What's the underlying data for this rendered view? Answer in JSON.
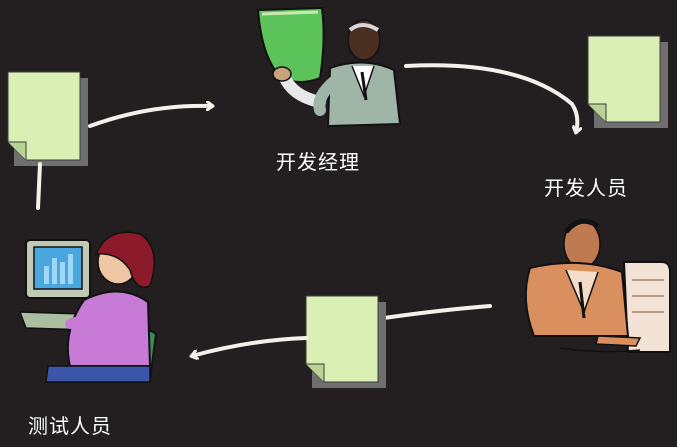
{
  "roles": {
    "dev_manager": "开发经理",
    "developer": "开发人员",
    "tester": "测试人员"
  },
  "colors": {
    "background": "#231f20",
    "document_fill": "#d9efb4",
    "document_shadow": "#6f6f6f",
    "arrow": "#f4f1ec",
    "label_text": "#ffffff",
    "board_green": "#5cc35b",
    "tester_top": "#c77ad6",
    "tester_hair": "#8c1a2a",
    "monitor_screen": "#49a7e0"
  },
  "icons": [
    "document-icon",
    "dev-manager-clipart",
    "developer-clipart",
    "tester-clipart",
    "flow-arrow"
  ]
}
